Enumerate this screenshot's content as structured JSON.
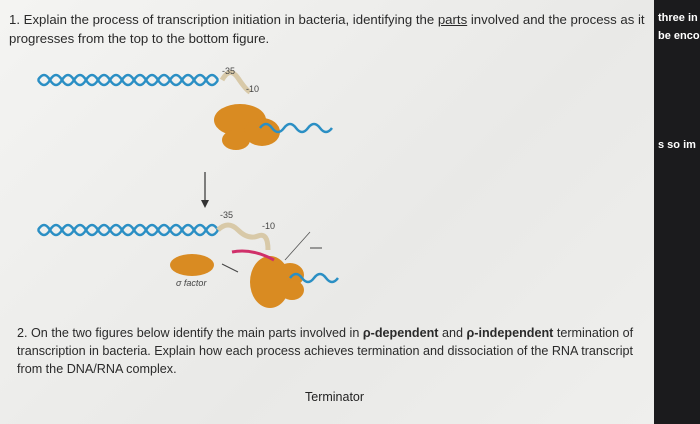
{
  "question1": {
    "number": "1.",
    "text_before": "Explain the process of transcription initiation in bacteria, identifying the ",
    "underlined": "parts",
    "text_after": " involved and the process as it progresses from the top to the bottom figure."
  },
  "figure1": {
    "top_label_35": "-35",
    "top_label_10": "-10",
    "bottom_label_35": "-35",
    "bottom_label_10": "-10",
    "sigma_label": "σ factor"
  },
  "question2": {
    "number": "2.",
    "t1": "On the two figures below identify the main parts involved in ",
    "b1": "ρ-dependent",
    "t2": " and ",
    "b2": "ρ-independent",
    "t3": " termination of transcription in bacteria. Explain how each process achieves termination and dissociation of the RNA transcript from the DNA/RNA complex."
  },
  "figure2": {
    "label": "Terminator"
  },
  "side_panel": {
    "line1": "three in",
    "line2": "be enco",
    "line3": "s so im"
  },
  "colors": {
    "dna": "#2b8fc4",
    "polymerase": "#d98b22",
    "rna": "#d0306a"
  }
}
